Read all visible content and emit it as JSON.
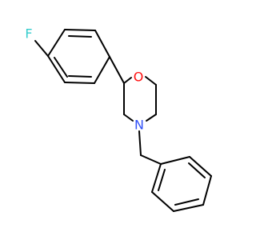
{
  "molecule": {
    "atom_labels": {
      "fluorine": "F",
      "oxygen": "O",
      "nitrogen": "N"
    },
    "colors": {
      "bond": "#000000",
      "fluorine": "#33cccc",
      "oxygen": "#ff0d0d",
      "nitrogen": "#3050f8"
    }
  }
}
